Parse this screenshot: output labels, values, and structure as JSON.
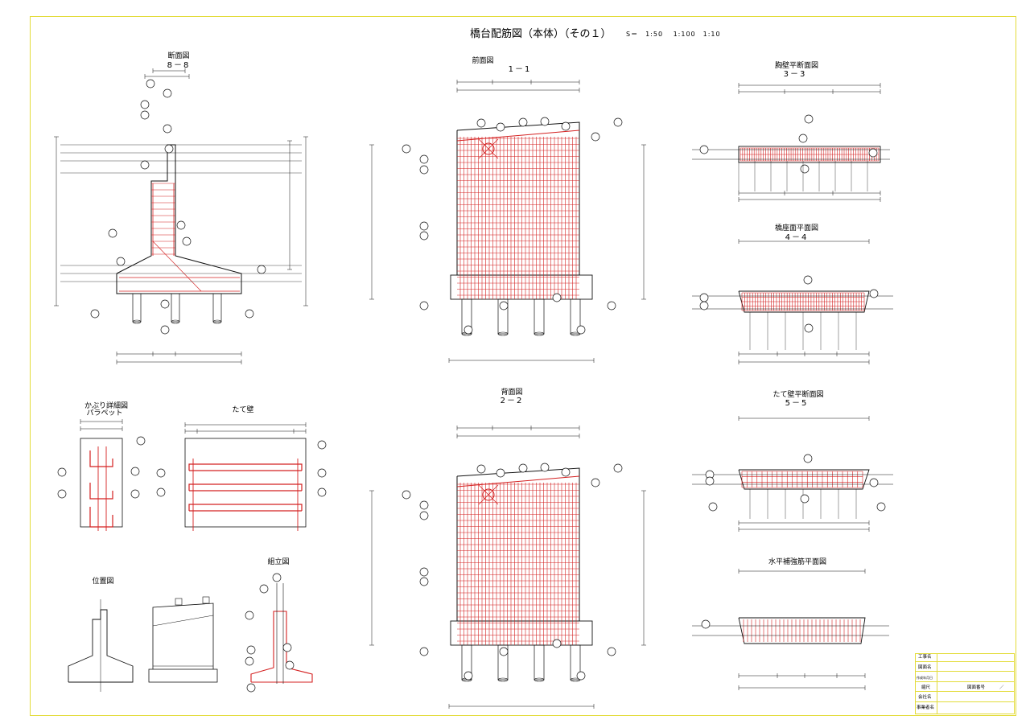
{
  "sheet": {
    "title": "橋台配筋図（本体）（その１）",
    "scale_note": "S＝　1:50　 1:100　1:10"
  },
  "views": {
    "section_8": {
      "title": "断面図",
      "subtitle": "8－8"
    },
    "front": {
      "title": "前面図",
      "subtitle": "1－1"
    },
    "back": {
      "title": "背面図",
      "subtitle": "2－2"
    },
    "parapet_plan": {
      "title": "胸壁平断面図",
      "subtitle": "3－3"
    },
    "seat_plan": {
      "title": "橋座面平面図",
      "subtitle": "4－4"
    },
    "wall_plan": {
      "title": "たて壁平断面図",
      "subtitle": "5－5"
    },
    "horizontal_plan": {
      "title": "水平補強筋平面図"
    },
    "cover_detail": {
      "title": "かぶり詳細図",
      "subtitle": "パラペット"
    },
    "wall_detail": {
      "title": "たて壁"
    },
    "position": {
      "title": "位置図"
    },
    "assembly": {
      "title": "組立図"
    }
  },
  "title_block": {
    "rows": [
      {
        "label": "工事名",
        "value": ""
      },
      {
        "label": "図面名",
        "value": ""
      },
      {
        "label": "作成年月日",
        "value": ""
      },
      {
        "label": "縮尺",
        "value": "",
        "extra_label": "図面番号",
        "extra_value": "／"
      },
      {
        "label": "会社名",
        "value": ""
      },
      {
        "label": "事業者名",
        "value": ""
      }
    ]
  },
  "colors": {
    "frame": "#e3dc3a",
    "rebar": "#d42020",
    "line": "#111111"
  }
}
